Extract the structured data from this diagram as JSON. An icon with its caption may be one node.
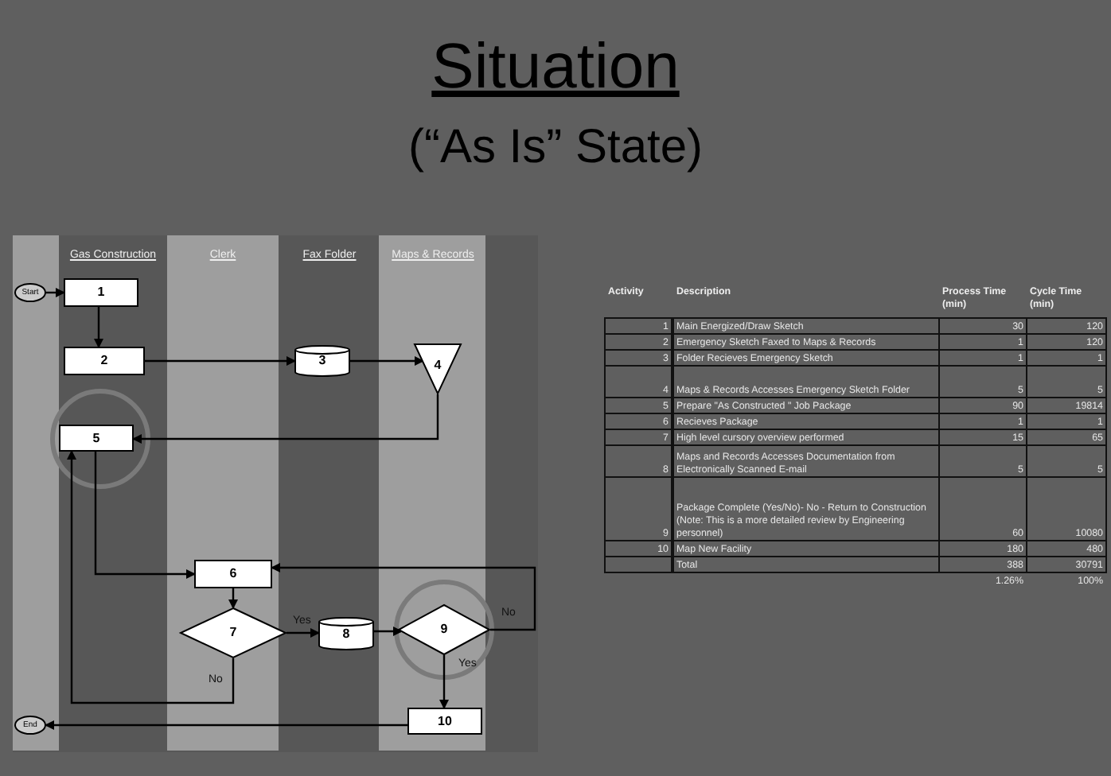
{
  "diagram": {
    "title": "Situation",
    "nodes": [
      {
        "text": [
          "Start"
        ]
      },
      {
        "text": [
          "1"
        ]
      },
      {
        "text": [
          "2"
        ]
      },
      {
        "text": [
          "3"
        ]
      },
      {
        "text": [
          "4"
        ]
      },
      {
        "text": [
          "5"
        ]
      },
      {
        "text": [
          "6"
        ]
      },
      {
        "text": [
          "7"
        ]
      },
      {
        "text": [
          "8"
        ]
      },
      {
        "text": [
          "9"
        ]
      },
      {
        "text": [
          "10"
        ]
      },
      {
        "text": [
          "End"
        ]
      }
    ],
    "edges": [
      {
        "from": 0,
        "to": 1,
        "arrow": "to"
      },
      {
        "from": 1,
        "to": 2,
        "arrow": "to"
      },
      {
        "from": 2,
        "to": 3,
        "arrow": "to"
      },
      {
        "from": 3,
        "to": 4,
        "arrow": "to"
      },
      {
        "from": 4,
        "to": 5,
        "arrow": "to"
      },
      {
        "from": 5,
        "to": 6,
        "arrow": "to"
      },
      {
        "from": 6,
        "to": 7,
        "arrow": "to"
      },
      {
        "from": 7,
        "to": 8,
        "arrow": "to",
        "label": "Yes"
      },
      {
        "from": 8,
        "to": 9,
        "arrow": "to"
      },
      {
        "from": 9,
        "to": 6,
        "arrow": "to",
        "label": "No"
      },
      {
        "from": 9,
        "to": 10,
        "arrow": "to",
        "label": "Yes"
      },
      {
        "from": 7,
        "to": 5,
        "arrow": "to",
        "label": "No"
      },
      {
        "from": 10,
        "to": 11,
        "arrow": "to"
      }
    ],
    "labels": [
      "(“As Is” State)",
      "Gas Construction",
      "Clerk",
      "Fax Folder",
      "Maps & Records",
      "Activity",
      "Description",
      "Process Time (min)",
      "Cycle Time (min)",
      "1",
      "Main Energized/Draw Sketch",
      "30",
      "120",
      "2",
      "Emergency Sketch Faxed to Maps & Records",
      "1",
      "120",
      "3",
      "Folder Recieves Emergency Sketch",
      "1",
      "1",
      "4",
      "Maps & Records Accesses Emergency Sketch Folder",
      "5",
      "5",
      "5",
      "Prepare \"As Constructed \" Job Package",
      "90",
      "19814",
      "6",
      "Recieves Package",
      "1",
      "1",
      "7",
      "High level cursory overview performed",
      "15",
      "65",
      "8",
      "Maps and Records Accesses Documentation from Electronically Scanned E-mail",
      "5",
      "5",
      "9",
      "Package Complete (Yes/No)- No - Return to Construction (Note: This is a more detailed review by Engineering personnel)",
      "60",
      "10080",
      "10",
      "Map New Facility",
      "180",
      "480",
      "Total",
      "388",
      "30791",
      "1.26%",
      "100%"
    ]
  }
}
